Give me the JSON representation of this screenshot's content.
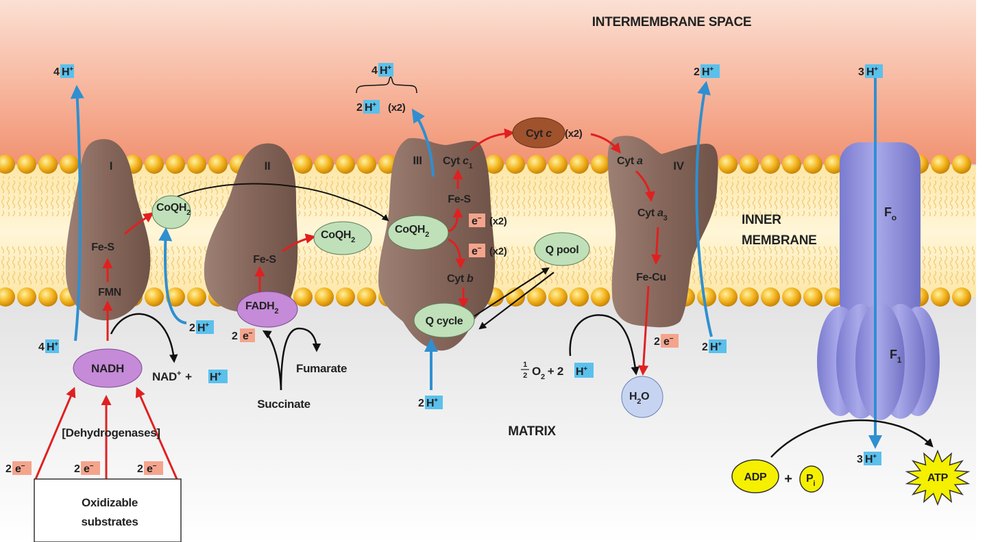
{
  "regions": {
    "intermembrane": "INTERMEMBRANE SPACE",
    "inner1": "INNER",
    "inner2": "MEMBRANE",
    "matrix": "MATRIX"
  },
  "complexes": {
    "c1": "I",
    "c2": "II",
    "c3": "III",
    "c4": "IV",
    "fo_main": "F",
    "fo_sub": "o",
    "f1_main": "F",
    "f1_sub": "1"
  },
  "carriers": {
    "feS": "Fe-S",
    "fmn": "FMN",
    "coq_main": "CoQH",
    "coq_sub": "2",
    "fadh_main": "FADH",
    "fadh_sub": "2",
    "nadh": "NADH",
    "cytc1_main": "Cyt ",
    "cytc1_italic": "c",
    "cytc1_sub": "1",
    "cytc_main": "Cyt ",
    "cytc_italic": "c",
    "x2": "(x2)",
    "cytb_main": "Cyt ",
    "cytb_italic": "b",
    "qcycle": "Q cycle",
    "qpool": "Q pool",
    "cyta_main": "Cyt ",
    "cyta_italic": "a",
    "cyta3_main": "Cyt ",
    "cyta3_italic": "a",
    "cyta3_sub": "3",
    "fecu": "Fe-Cu",
    "h2o_h": "H",
    "h2o_sub": "2",
    "h2o_o": "O"
  },
  "protons": {
    "h4_main": "4",
    "h3_main": "3",
    "h2_main": "2",
    "h_main": "H",
    "plus": "+",
    "h2x2_suffix": "(x2)"
  },
  "electrons": {
    "e": "e",
    "minus": "−",
    "x2": "(x2)",
    "two": "2"
  },
  "reactions": {
    "nad_main": "NAD",
    "nad_plus": "+",
    "nad_and": "+",
    "fumarate": "Fumarate",
    "succinate": "Succinate",
    "dehydrogenases": "[Dehydrogenases]",
    "substrates1": "Oxidizable",
    "substrates2": "substrates",
    "half_num": "1",
    "half_den": "2",
    "o2_main": "O",
    "o2_sub": "2",
    "o2_plus": "+ 2",
    "adp": "ADP",
    "plus": "+",
    "pi_main": "P",
    "pi_sub": "i",
    "atp": "ATP"
  },
  "colors": {
    "protein": "#8a6a5c",
    "proton_arrow": "#2f8fd0",
    "electron_arrow": "#e02020",
    "proton_box": "#5bc0ec",
    "electron_box": "#f4a48c",
    "coq_fill": "#bfe0b9",
    "nadh_fill": "#c58ad8",
    "cytc_fill": "#a0522d",
    "atp_fill": "#f5f000",
    "synthase": "#8f8fdc"
  }
}
